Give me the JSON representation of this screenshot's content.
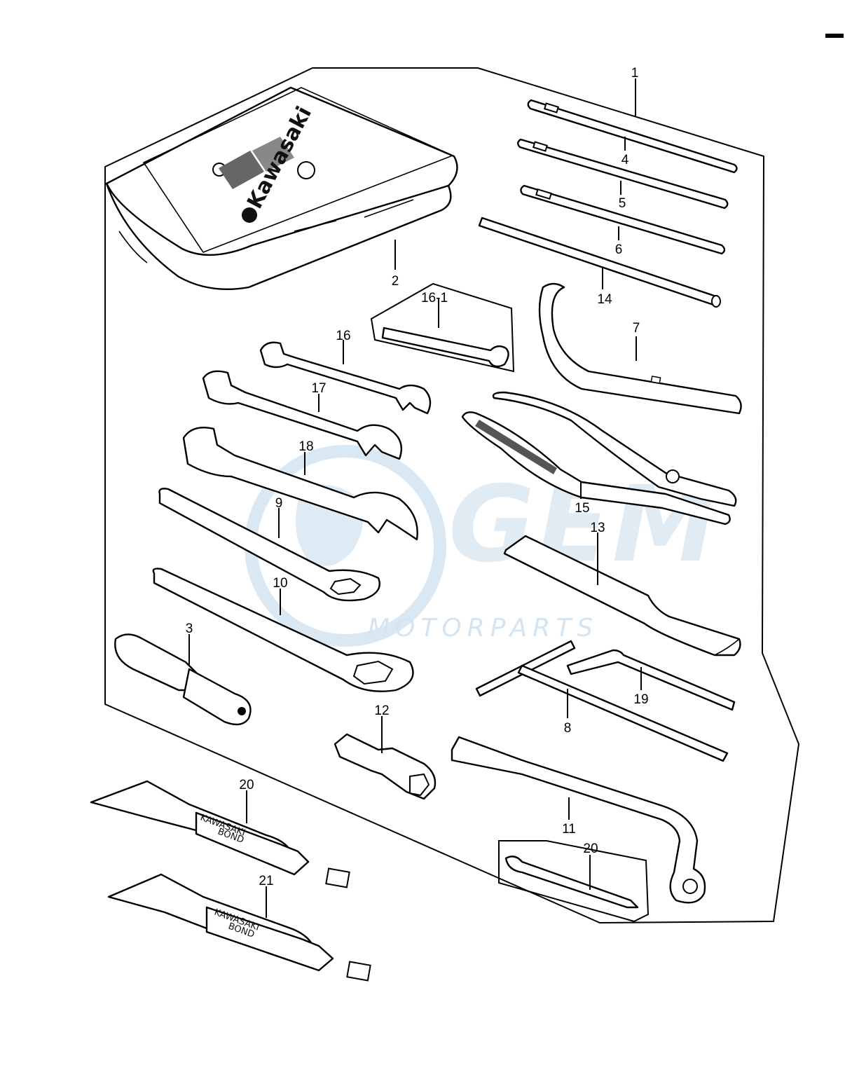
{
  "diagram": {
    "brand_text": "Kawasaki",
    "tube_labels": [
      "KAWASAKI",
      "BOND"
    ],
    "watermark": {
      "mark": "GEM",
      "subtitle": "MOTORPARTS",
      "color": "#c5dbec"
    },
    "callouts": {
      "c1": "1",
      "c4": "4",
      "c5": "5",
      "c6": "6",
      "c14": "14",
      "c2": "2",
      "c16_1": "16-1",
      "c16": "16",
      "c7": "7",
      "c17": "17",
      "c18": "18",
      "c15": "15",
      "c9": "9",
      "c13": "13",
      "c10": "10",
      "c3": "3",
      "c19": "19",
      "c8": "8",
      "c12": "12",
      "c20a": "20",
      "c11": "11",
      "c20b": "20",
      "c21": "21"
    }
  }
}
